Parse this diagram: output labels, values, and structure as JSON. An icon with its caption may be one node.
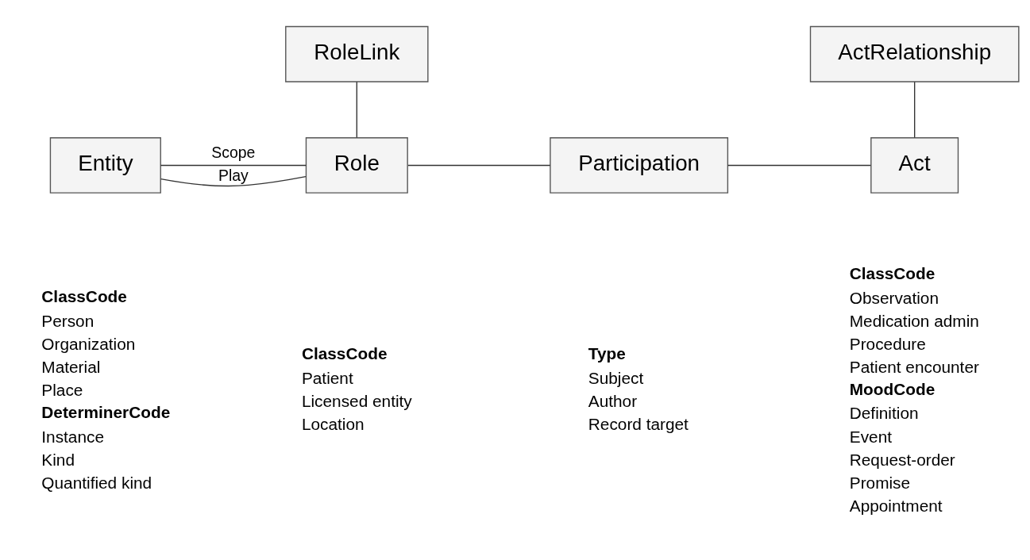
{
  "diagram": {
    "nodes": [
      {
        "text": [
          "RoleLink"
        ]
      },
      {
        "text": [
          "ActRelationship"
        ]
      },
      {
        "text": [
          "Entity"
        ],
        "beside": [
          "ClassCode",
          "Person",
          "Organization",
          "Material",
          "Place",
          "DeterminerCode",
          "Instance",
          "Kind",
          "Quantified kind"
        ]
      },
      {
        "text": [
          "Role"
        ],
        "beside": [
          "ClassCode",
          "Patient",
          "Licensed entity",
          "Location"
        ]
      },
      {
        "text": [
          "Participation"
        ],
        "beside": [
          "Type",
          "Subject",
          "Author",
          "Record target"
        ]
      },
      {
        "text": [
          "Act"
        ],
        "beside": [
          "ClassCode",
          "Observation",
          "Medication admin",
          "Procedure",
          "Patient encounter",
          "MoodCode",
          "Definition",
          "Event",
          "Request-order",
          "Promise",
          "Appointment"
        ]
      }
    ],
    "edges": [
      {
        "from": 2,
        "to": 3,
        "arrow": "none",
        "label": "Play"
      },
      {
        "from": 2,
        "to": 3,
        "arrow": "none",
        "label": "Scope"
      },
      {
        "from": 0,
        "to": 3,
        "arrow": "none"
      },
      {
        "from": 3,
        "to": 4,
        "arrow": "none"
      },
      {
        "from": 4,
        "to": 5,
        "arrow": "none"
      },
      {
        "from": 1,
        "to": 5,
        "arrow": "none"
      }
    ]
  }
}
